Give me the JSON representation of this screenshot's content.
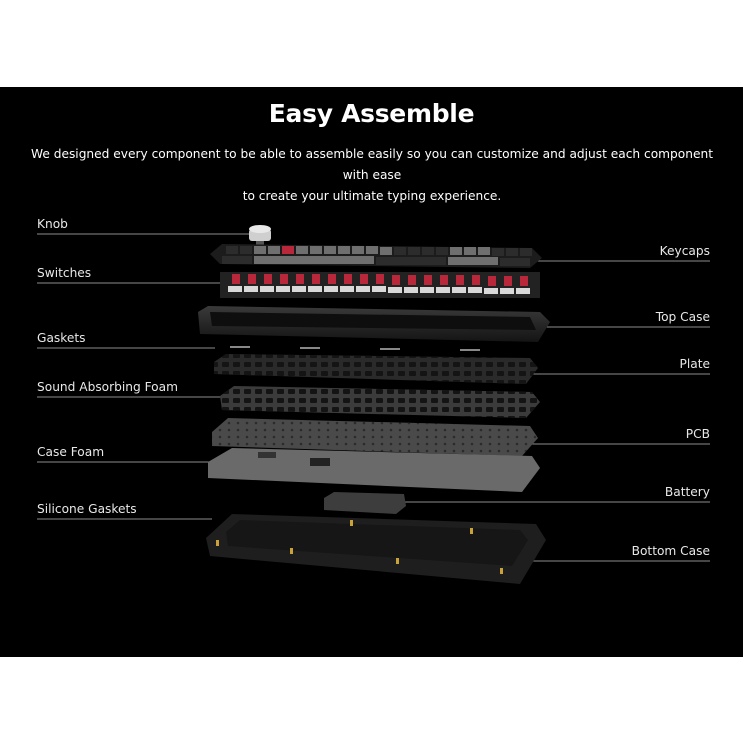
{
  "header": {
    "title": "Easy Assemble",
    "subtitle_line1": "We designed every component to be able to assemble easily so you can customize and adjust each component with ease",
    "subtitle_line2": "to create your ultimate typing experience."
  },
  "labels_left": [
    "Knob",
    "Switches",
    "Gaskets",
    "Sound Absorbing Foam",
    "Case Foam",
    "Silicone Gaskets"
  ],
  "labels_right": [
    "Keycaps",
    "Top Case",
    "Plate",
    "PCB",
    "Battery",
    "Bottom Case"
  ],
  "colors": {
    "background": "#000000",
    "text": "#ffffff",
    "switch_red": "#b9283a",
    "keycap_grey": "#6f6f6f",
    "keycap_dark": "#2c2c2c",
    "case": "#1e1e1e",
    "pcb": "#4a4a4a",
    "foam": "#6a6a6a"
  }
}
